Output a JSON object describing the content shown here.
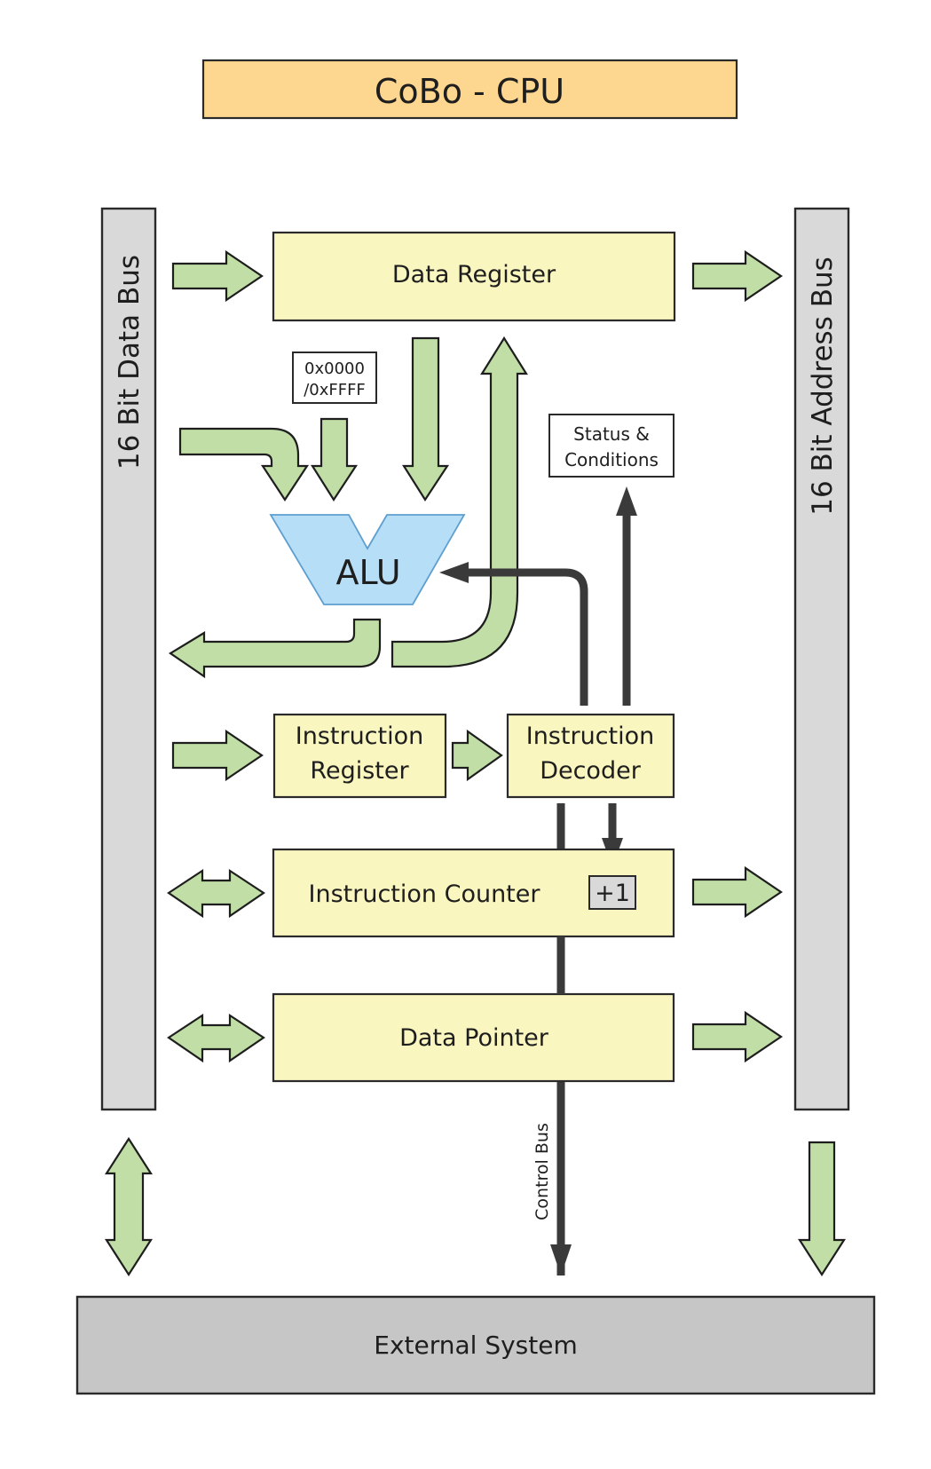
{
  "title": "CoBo - CPU",
  "buses": {
    "data_bus": "16 Bit Data Bus",
    "address_bus": "16 Bit Address Bus",
    "control_bus": "Control Bus"
  },
  "blocks": {
    "data_register": "Data Register",
    "constant_line1": "0x0000",
    "constant_line2": "/0xFFFF",
    "alu": "ALU",
    "status_line1": "Status &",
    "status_line2": "Conditions",
    "instruction_register_line1": "Instruction",
    "instruction_register_line2": "Register",
    "instruction_decoder_line1": "Instruction",
    "instruction_decoder_line2": "Decoder",
    "instruction_counter": "Instruction Counter",
    "increment": "+1",
    "data_pointer": "Data Pointer",
    "external_system": "External System"
  },
  "colors": {
    "title_fill": "#fdd78f",
    "register_fill": "#faf6c0",
    "bus_fill": "#d9d9d9",
    "arrow_fill": "#c0dea6",
    "alu_fill": "#b6def7",
    "external_fill": "#c6c6c6",
    "control_line": "#3a3a3a"
  }
}
